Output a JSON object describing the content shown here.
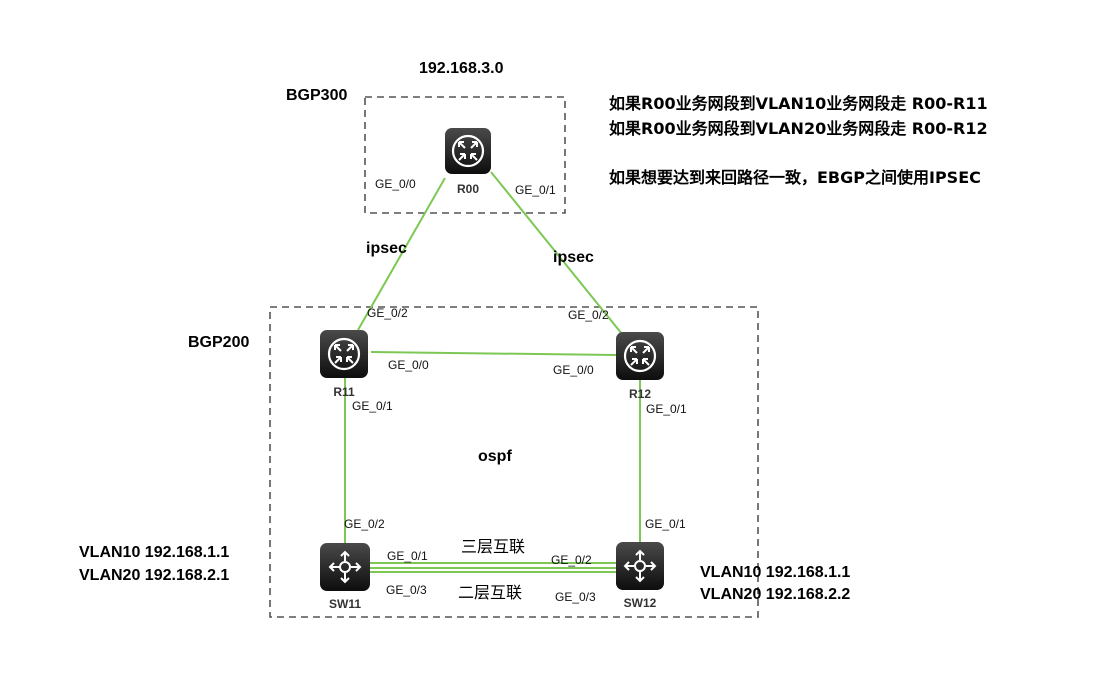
{
  "regions": {
    "bgp300": {
      "label": "BGP300",
      "network": "192.168.3.0"
    },
    "bgp200": {
      "label": "BGP200",
      "protocol": "ospf"
    }
  },
  "notes": [
    "如果R00业务网段到VLAN10业务网段走 R00-R11",
    "如果R00业务网段到VLAN20业务网段走 R00-R12",
    "如果想要达到来回路径一致，EBGP之间使用IPSEC"
  ],
  "devices": {
    "r00": {
      "name": "R00",
      "icon": "router-icon"
    },
    "r11": {
      "name": "R11",
      "icon": "router-icon"
    },
    "r12": {
      "name": "R12",
      "icon": "router-icon"
    },
    "sw11": {
      "name": "SW11",
      "icon": "l3-switch-icon"
    },
    "sw12": {
      "name": "SW12",
      "icon": "l3-switch-icon"
    }
  },
  "ports": {
    "r00_ge00": "GE_0/0",
    "r00_ge01": "GE_0/1",
    "r11_ge02": "GE_0/2",
    "r11_ge00": "GE_0/0",
    "r11_ge01": "GE_0/1",
    "r12_ge02": "GE_0/2",
    "r12_ge00": "GE_0/0",
    "r12_ge01": "GE_0/1",
    "sw11_ge02": "GE_0/2",
    "sw11_ge01": "GE_0/1",
    "sw11_ge03": "GE_0/3",
    "sw12_ge02": "GE_0/2",
    "sw12_ge03": "GE_0/3",
    "sw12_ge01": "GE_0/1"
  },
  "link_labels": {
    "r00_r11": "ipsec",
    "r00_r12": "ipsec",
    "sw_l3": "三层互联",
    "sw_l2": "二层互联"
  },
  "vlans": {
    "sw11": [
      "VLAN10 192.168.1.1",
      "VLAN20 192.168.2.1"
    ],
    "sw12": [
      "VLAN10 192.168.1.1",
      "VLAN20 192.168.2.2"
    ]
  },
  "colors": {
    "link": "#7dc855",
    "device": "#1a1a1a",
    "box": "#555555"
  }
}
